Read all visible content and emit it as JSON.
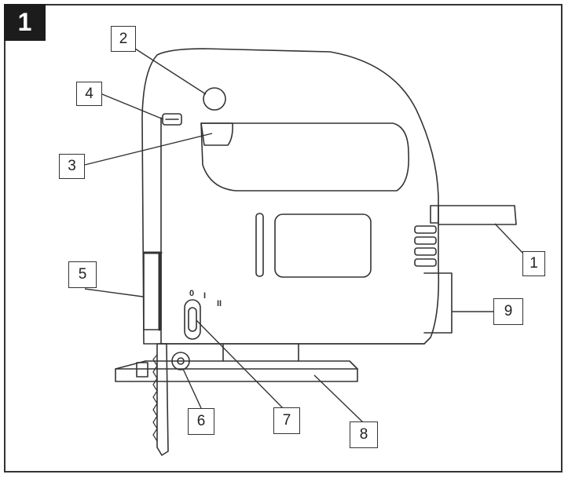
{
  "figure": {
    "number": "1"
  },
  "callouts": [
    {
      "id": "1",
      "label": "1"
    },
    {
      "id": "2",
      "label": "2"
    },
    {
      "id": "3",
      "label": "3"
    },
    {
      "id": "4",
      "label": "4"
    },
    {
      "id": "5",
      "label": "5"
    },
    {
      "id": "6",
      "label": "6"
    },
    {
      "id": "7",
      "label": "7"
    },
    {
      "id": "8",
      "label": "8"
    },
    {
      "id": "9",
      "label": "9"
    }
  ],
  "speed_marks": {
    "off": "0",
    "low": "I",
    "high": "II"
  },
  "colors": {
    "line": "#333333",
    "badge": "#1c1c1c"
  }
}
